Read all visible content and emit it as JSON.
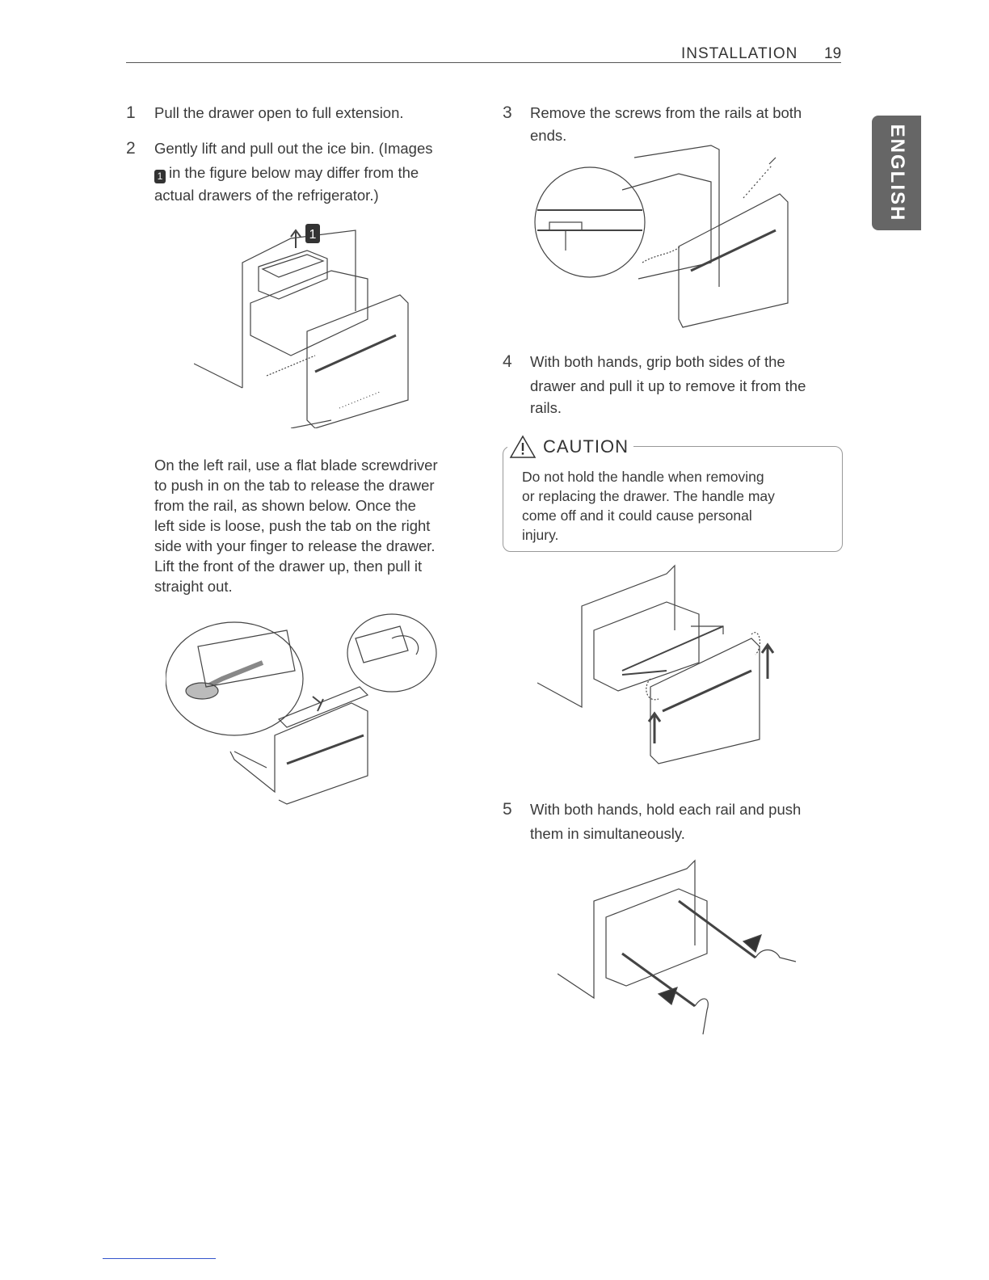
{
  "header": {
    "section": "INSTALLATION",
    "page": "19"
  },
  "side_tab": {
    "label": "ENGLISH"
  },
  "steps": [
    {
      "number": "1",
      "text": "Pull the drawer open to full extension."
    },
    {
      "number": "2",
      "line1": "Gently lift and pull out the ice bin. (Images",
      "badge": "1",
      "line2": "in the figure below may differ from the",
      "line3": "actual drawers of the refrigerator.)"
    },
    {
      "number": "3",
      "line1": "Remove the screws from the rails at both",
      "line2": "ends."
    },
    {
      "number": "4",
      "line1": "With both hands, grip both sides of the",
      "line2": "drawer and pull it up to remove it from the",
      "line3": "rails."
    },
    {
      "number": "5",
      "line1": "With both hands, hold each rail and push",
      "line2": "them in simultaneously."
    }
  ],
  "left_rail_paragraph": [
    "On the left rail, use a flat blade screwdriver",
    "to push in on the tab to release the drawer",
    "from the rail, as shown below. Once the",
    "left side is loose, push the tab on the right",
    "side with your finger to release the drawer.",
    "Lift the front of the drawer up, then pull it",
    "straight out."
  ],
  "caution": {
    "title": "CAUTION",
    "lines": [
      "Do not hold the handle when removing",
      "or replacing the drawer. The handle may",
      "come off and it could cause personal",
      "injury."
    ]
  },
  "figure_badge": "1"
}
